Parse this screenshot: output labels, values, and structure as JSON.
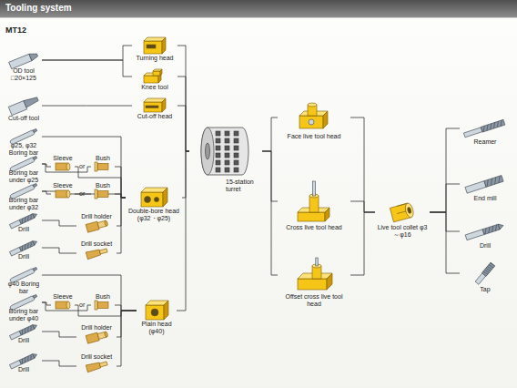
{
  "diagram": {
    "title": "Tooling system",
    "nodes": [
      {
        "text": [
          "OD tool □20×125"
        ]
      },
      {
        "text": [
          "Turning head"
        ]
      },
      {
        "text": [
          "Knee tool"
        ]
      },
      {
        "text": [
          "Cut-off tool"
        ]
      },
      {
        "text": [
          "Cut-off head"
        ]
      },
      {
        "text": [
          "φ25, φ32 Boring bar"
        ]
      },
      {
        "text": [
          "Boring bar under φ25"
        ]
      },
      {
        "text": [
          "Sleeve"
        ]
      },
      {
        "text": [
          "Bush"
        ]
      },
      {
        "text": [
          "Boring bar under φ32"
        ]
      },
      {
        "text": [
          "Sleeve"
        ]
      },
      {
        "text": [
          "Bush"
        ]
      },
      {
        "text": [
          "Drill"
        ]
      },
      {
        "text": [
          "Drill holder"
        ]
      },
      {
        "text": [
          "Drill"
        ]
      },
      {
        "text": [
          "Drill socket"
        ]
      },
      {
        "text": [
          "Double-bore head (φ32・φ25)"
        ]
      },
      {
        "text": [
          "φ40 Boring bar"
        ]
      },
      {
        "text": [
          "Boring bar under φ40"
        ]
      },
      {
        "text": [
          "Sleeve"
        ]
      },
      {
        "text": [
          "Bush"
        ]
      },
      {
        "text": [
          "Drill"
        ]
      },
      {
        "text": [
          "Drill holder"
        ]
      },
      {
        "text": [
          "Drill"
        ]
      },
      {
        "text": [
          "Drill socket"
        ]
      },
      {
        "text": [
          "Plain head (φ40)"
        ]
      },
      {
        "text": [
          "15-station turret"
        ]
      },
      {
        "text": [
          "Face live tool head"
        ]
      },
      {
        "text": [
          "Cross live tool head"
        ]
      },
      {
        "text": [
          "Offset cross live tool head"
        ]
      },
      {
        "text": [
          "Live tool collet φ3～φ16"
        ]
      },
      {
        "text": [
          "Reamer"
        ]
      },
      {
        "text": [
          "End mill"
        ]
      },
      {
        "text": [
          "Drill"
        ]
      },
      {
        "text": [
          "Tap"
        ]
      }
    ],
    "edges": [
      {
        "from": 0,
        "to": 1,
        "arrow": "none"
      },
      {
        "from": 0,
        "to": 2,
        "arrow": "none"
      },
      {
        "from": 3,
        "to": 4,
        "arrow": "none"
      },
      {
        "from": 5,
        "to": 16,
        "arrow": "none"
      },
      {
        "from": 6,
        "to": 7,
        "arrow": "none"
      },
      {
        "from": 6,
        "to": 8,
        "arrow": "none"
      },
      {
        "from": 7,
        "to": 16,
        "arrow": "none"
      },
      {
        "from": 8,
        "to": 16,
        "arrow": "none"
      },
      {
        "from": 9,
        "to": 10,
        "arrow": "none"
      },
      {
        "from": 9,
        "to": 11,
        "arrow": "none"
      },
      {
        "from": 10,
        "to": 16,
        "arrow": "none"
      },
      {
        "from": 11,
        "to": 16,
        "arrow": "none"
      },
      {
        "from": 12,
        "to": 13,
        "arrow": "none"
      },
      {
        "from": 13,
        "to": 16,
        "arrow": "none"
      },
      {
        "from": 14,
        "to": 15,
        "arrow": "none"
      },
      {
        "from": 15,
        "to": 16,
        "arrow": "none"
      },
      {
        "from": 17,
        "to": 25,
        "arrow": "none"
      },
      {
        "from": 18,
        "to": 19,
        "arrow": "none"
      },
      {
        "from": 18,
        "to": 20,
        "arrow": "none"
      },
      {
        "from": 19,
        "to": 25,
        "arrow": "none"
      },
      {
        "from": 20,
        "to": 25,
        "arrow": "none"
      },
      {
        "from": 21,
        "to": 22,
        "arrow": "none"
      },
      {
        "from": 22,
        "to": 25,
        "arrow": "none"
      },
      {
        "from": 23,
        "to": 24,
        "arrow": "none"
      },
      {
        "from": 24,
        "to": 25,
        "arrow": "none"
      },
      {
        "from": 1,
        "to": 26,
        "arrow": "none"
      },
      {
        "from": 2,
        "to": 26,
        "arrow": "none"
      },
      {
        "from": 4,
        "to": 26,
        "arrow": "none"
      },
      {
        "from": 16,
        "to": 26,
        "arrow": "none"
      },
      {
        "from": 25,
        "to": 26,
        "arrow": "none"
      },
      {
        "from": 26,
        "to": 27,
        "arrow": "none"
      },
      {
        "from": 26,
        "to": 28,
        "arrow": "none"
      },
      {
        "from": 26,
        "to": 29,
        "arrow": "none"
      },
      {
        "from": 27,
        "to": 30,
        "arrow": "none"
      },
      {
        "from": 28,
        "to": 30,
        "arrow": "none"
      },
      {
        "from": 29,
        "to": 30,
        "arrow": "none"
      },
      {
        "from": 30,
        "to": 31,
        "arrow": "none"
      },
      {
        "from": 30,
        "to": 32,
        "arrow": "none"
      },
      {
        "from": 30,
        "to": 33,
        "arrow": "none"
      },
      {
        "from": 30,
        "to": 34,
        "arrow": "none"
      }
    ],
    "labels": [
      "MT12",
      "or",
      "or",
      "or"
    ]
  }
}
